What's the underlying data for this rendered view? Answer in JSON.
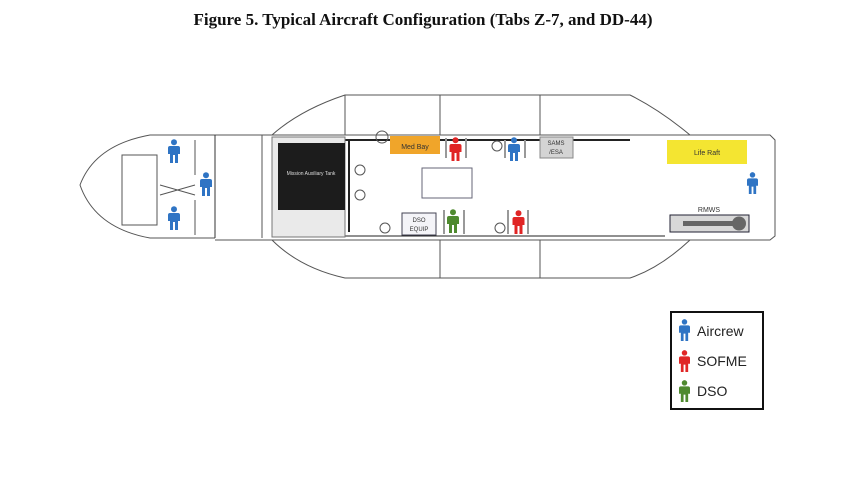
{
  "figure": {
    "title": "Figure 5.  Typical Aircraft Configuration (Tabs Z-7, and DD-44)"
  },
  "diagram": {
    "labels": {
      "mission_tank": "Mission Auxiliary Tank",
      "med_bay": "Med Bay",
      "sams_esa": [
        "SAMS",
        "/ESA"
      ],
      "dso_equip": [
        "DSO",
        "EQUIP"
      ],
      "life_raft": "Life Raft",
      "rmws": "RMWS"
    },
    "colors": {
      "aircrew": "#2f74c4",
      "sofme": "#e02525",
      "dso": "#4f8a2f",
      "med_bay": "#f0a52a",
      "life_raft": "#f4e531",
      "tank": "#1c1c1c"
    }
  },
  "legend": {
    "items": [
      {
        "label": "Aircrew",
        "color": "#2f74c4"
      },
      {
        "label": "SOFME",
        "color": "#e02525"
      },
      {
        "label": "DSO",
        "color": "#4f8a2f"
      }
    ]
  }
}
